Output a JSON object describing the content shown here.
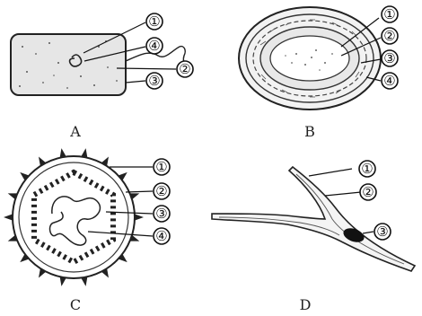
{
  "panels": [
    {
      "id": "A",
      "label": "A",
      "markers": [
        "①",
        "④",
        "②",
        "③"
      ]
    },
    {
      "id": "B",
      "label": "B",
      "markers": [
        "①",
        "②",
        "③",
        "④"
      ]
    },
    {
      "id": "C",
      "label": "C",
      "markers": [
        "①",
        "②",
        "③",
        "④"
      ]
    },
    {
      "id": "D",
      "label": "D",
      "markers": [
        "①",
        "②",
        "③"
      ]
    }
  ]
}
